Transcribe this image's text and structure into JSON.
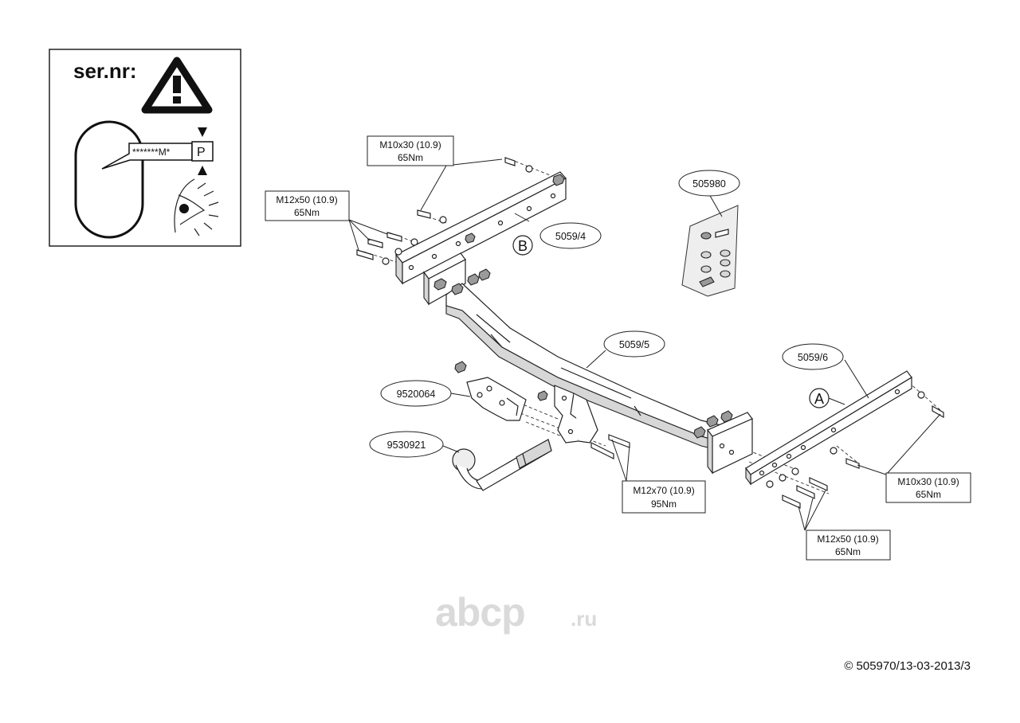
{
  "warning_box": {
    "heading": "ser.nr:",
    "plate_code": "*******M*",
    "plate_letter": "P"
  },
  "parts": {
    "bar_left": "5059/4",
    "bar_main": "5059/5",
    "bar_right": "5059/6",
    "bolt_kit": "505980",
    "socket_plate": "9520064",
    "ball": "9530921"
  },
  "markers": {
    "left": "B",
    "right": "A"
  },
  "torque_labels": {
    "top_left": {
      "size": "M10x30 (10.9)",
      "torque": "65Nm"
    },
    "left": {
      "size": "M12x50 (10.9)",
      "torque": "65Nm"
    },
    "center": {
      "size": "M12x70 (10.9)",
      "torque": "95Nm"
    },
    "right": {
      "size": "M10x30 (10.9)",
      "torque": "65Nm"
    },
    "bottom_right": {
      "size": "M12x50 (10.9)",
      "torque": "65Nm"
    }
  },
  "watermark": {
    "main": "abcp",
    "suffix": ".ru"
  },
  "copyright": "© 505970/13-03-2013/3",
  "colors": {
    "line": "#222222",
    "watermark": "#dadada"
  }
}
